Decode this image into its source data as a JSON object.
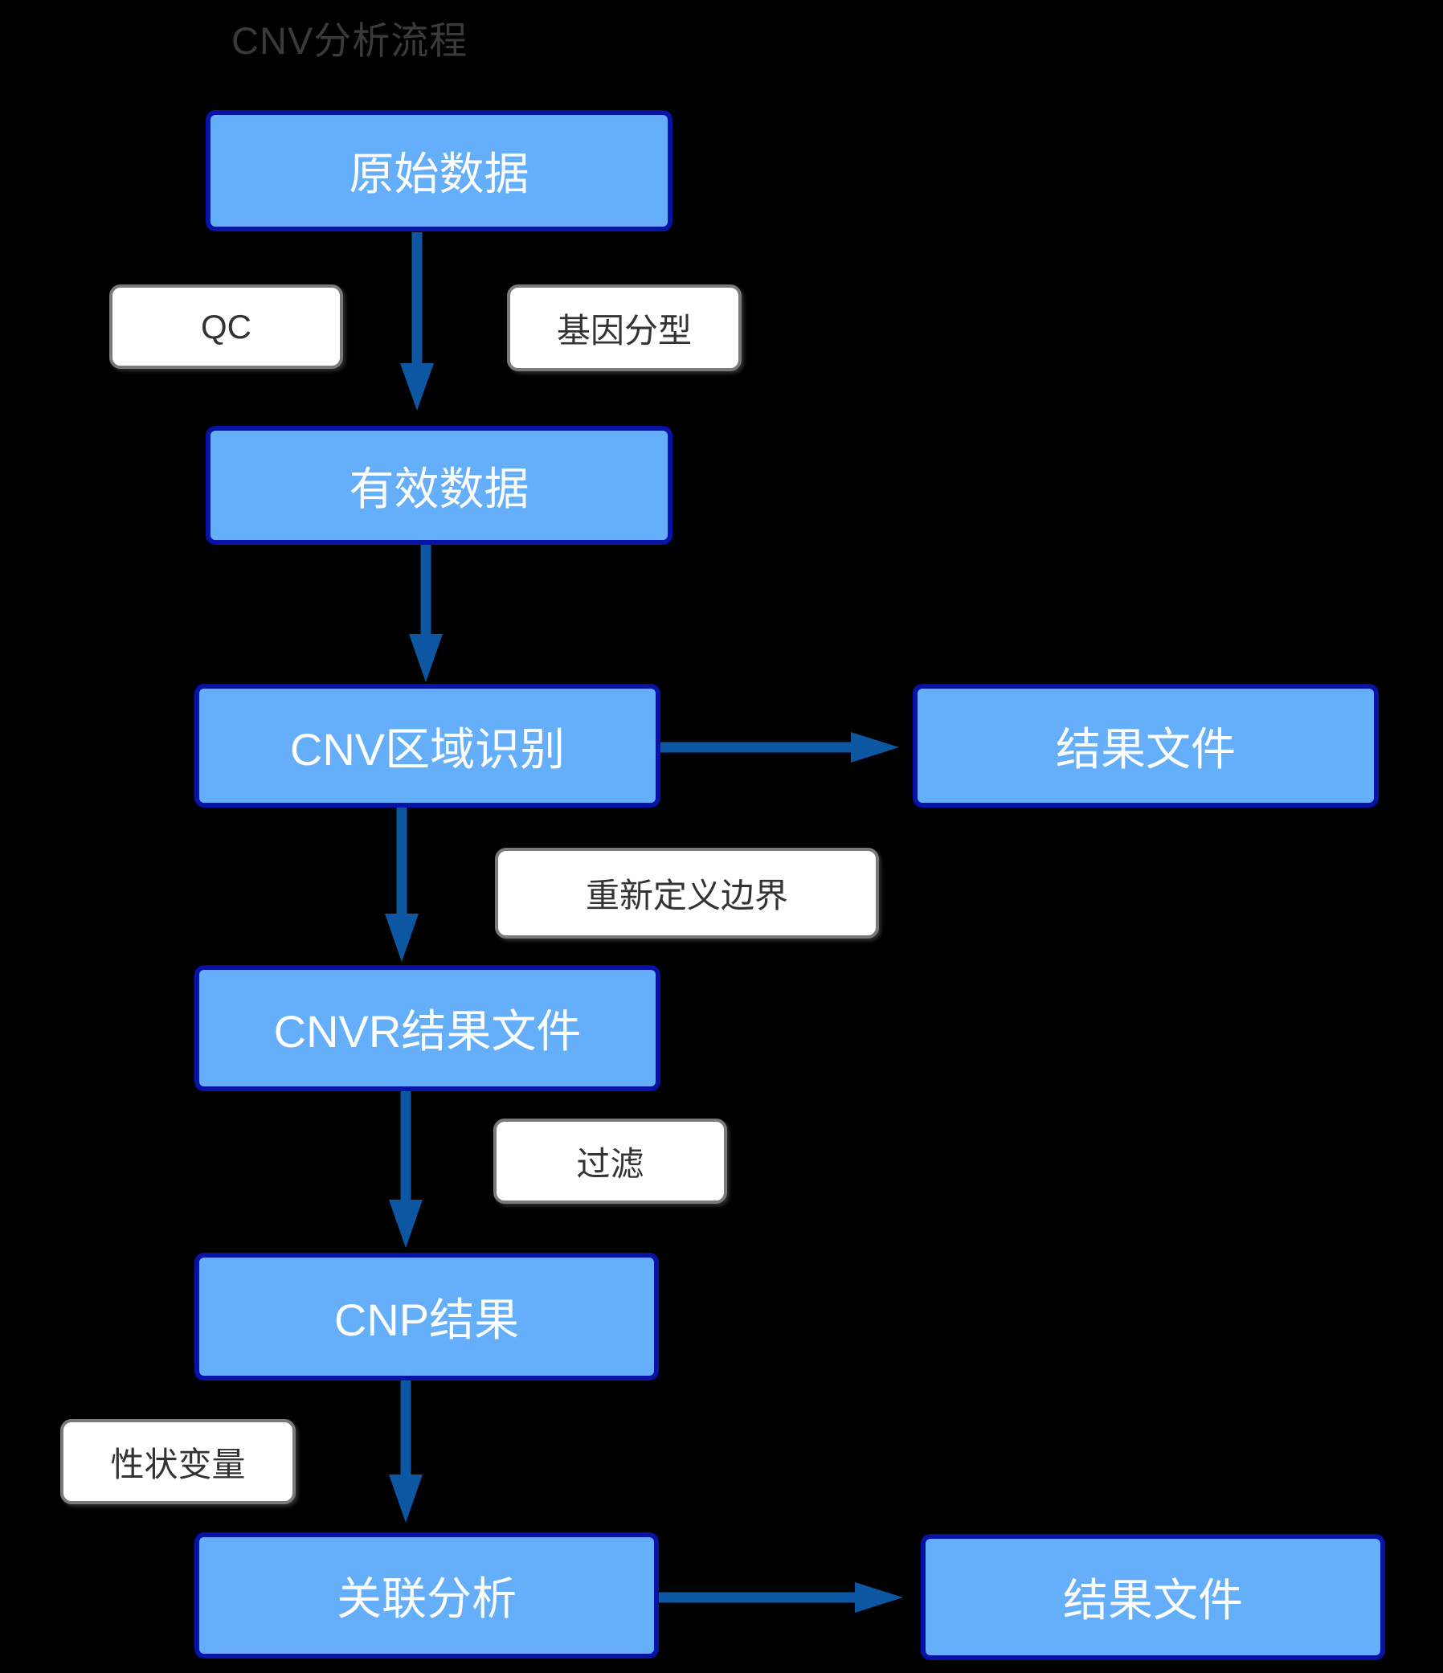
{
  "title": "CNV分析流程",
  "flowchart": {
    "nodes": [
      {
        "id": "raw-data",
        "label": "原始数据"
      },
      {
        "id": "valid-data",
        "label": "有效数据"
      },
      {
        "id": "cnv-region",
        "label": "CNV区域识别"
      },
      {
        "id": "result-file-top",
        "label": "结果文件"
      },
      {
        "id": "cnvr-result",
        "label": "CNVR结果文件"
      },
      {
        "id": "cnp-result",
        "label": "CNP结果"
      },
      {
        "id": "association",
        "label": "关联分析"
      },
      {
        "id": "result-file-bottom",
        "label": "结果文件"
      }
    ],
    "edge_labels": [
      {
        "id": "qc",
        "label": "QC"
      },
      {
        "id": "genotyping",
        "label": "基因分型"
      },
      {
        "id": "redefine-boundary",
        "label": "重新定义边界"
      },
      {
        "id": "filter",
        "label": "过滤"
      },
      {
        "id": "trait-variable",
        "label": "性状变量"
      }
    ],
    "edges": [
      {
        "from": "原始数据",
        "to": "有效数据",
        "labels": [
          "QC",
          "基因分型"
        ]
      },
      {
        "from": "有效数据",
        "to": "CNV区域识别",
        "labels": []
      },
      {
        "from": "CNV区域识别",
        "to": "结果文件",
        "labels": []
      },
      {
        "from": "CNV区域识别",
        "to": "CNVR结果文件",
        "labels": [
          "重新定义边界"
        ]
      },
      {
        "from": "CNVR结果文件",
        "to": "CNP结果",
        "labels": [
          "过滤"
        ]
      },
      {
        "from": "CNP结果",
        "to": "关联分析",
        "labels": [
          "性状变量"
        ]
      },
      {
        "from": "关联分析",
        "to": "结果文件",
        "labels": []
      }
    ],
    "colors": {
      "background": "#000000",
      "node_fill": "#64aefa",
      "node_border": "#0712a6",
      "node_text": "#ffffff",
      "edge_label_fill": "#ffffff",
      "edge_label_border": "#7a7a7a",
      "edge_label_text": "#333333",
      "arrow": "#0d57a2",
      "title_text": "#3a3a3a"
    }
  }
}
